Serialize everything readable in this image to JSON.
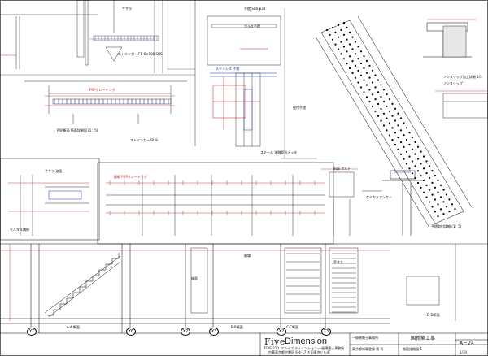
{
  "title_block": {
    "logo_part1": "Five",
    "logo_part2": "Dimension",
    "office_kana": "ファイブ ディメンション 一級建築士事務所",
    "office_small": "FIVE-210",
    "office_address": "中華東京都中野区 6-4-17 大田東京ビル4F",
    "cert_label": "一級建築士事務所",
    "cert_note": "東京都知事登録 第 号",
    "drawing_project": "国新築工事",
    "drawing_subject": "階段詳細図-1",
    "sheet_no": "A－24",
    "scale": "1/30"
  },
  "grid_labels": [
    "Y7",
    "Y6",
    "X2",
    "X3",
    "X2",
    "X3"
  ],
  "view_titles": [
    "PRP断面 断面詳細図 (1：5)",
    "ノンスリップ加工詳細 1/5",
    "手摺取付詳細 (1：5)",
    "A-A 断面",
    "B-B断面",
    "C-C断面",
    "D-D断面"
  ],
  "notes": [
    "ササラ",
    "ストリンガー FB-6×100 SUS",
    "PRPグレーチング",
    "ガラス手摺",
    "手摺 SUS φ34",
    "ステンレス 手摺",
    "ストリンガー PL-9",
    "ノンスリップ",
    "壁付手摺",
    "スチール 溶融亜鉛メッキ",
    "段板 PRPグレーチング",
    "SUS ボルト",
    "ケミカルアンカー",
    "モルタル補修",
    "ササラ 溶接",
    "床面",
    "踊場",
    "手すり"
  ]
}
